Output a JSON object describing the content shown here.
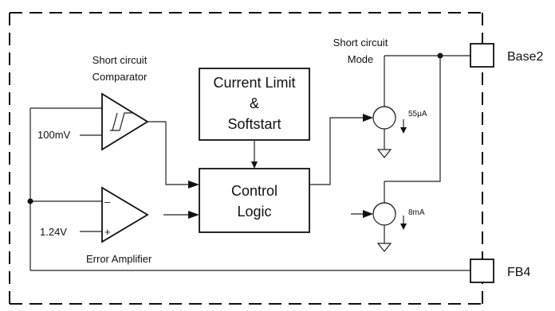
{
  "diagram": {
    "blocks": {
      "current_limit": {
        "lines": [
          "Current Limit",
          "&",
          "Softstart"
        ]
      },
      "control_logic": {
        "lines": [
          "Control",
          "Logic"
        ]
      }
    },
    "labels": {
      "sc_comparator": [
        "Short circuit",
        "Comparator"
      ],
      "sc_mode": [
        "Short circuit",
        "Mode"
      ],
      "ref_100mv": "100mV",
      "ref_124v": "1.24V",
      "error_amp": "Error Amplifier",
      "minus": "–",
      "plus": "+",
      "i_55ua": "55μA",
      "i_8ma": "8mA"
    },
    "pins": {
      "base2": "Base2",
      "fb4": "FB4"
    }
  }
}
